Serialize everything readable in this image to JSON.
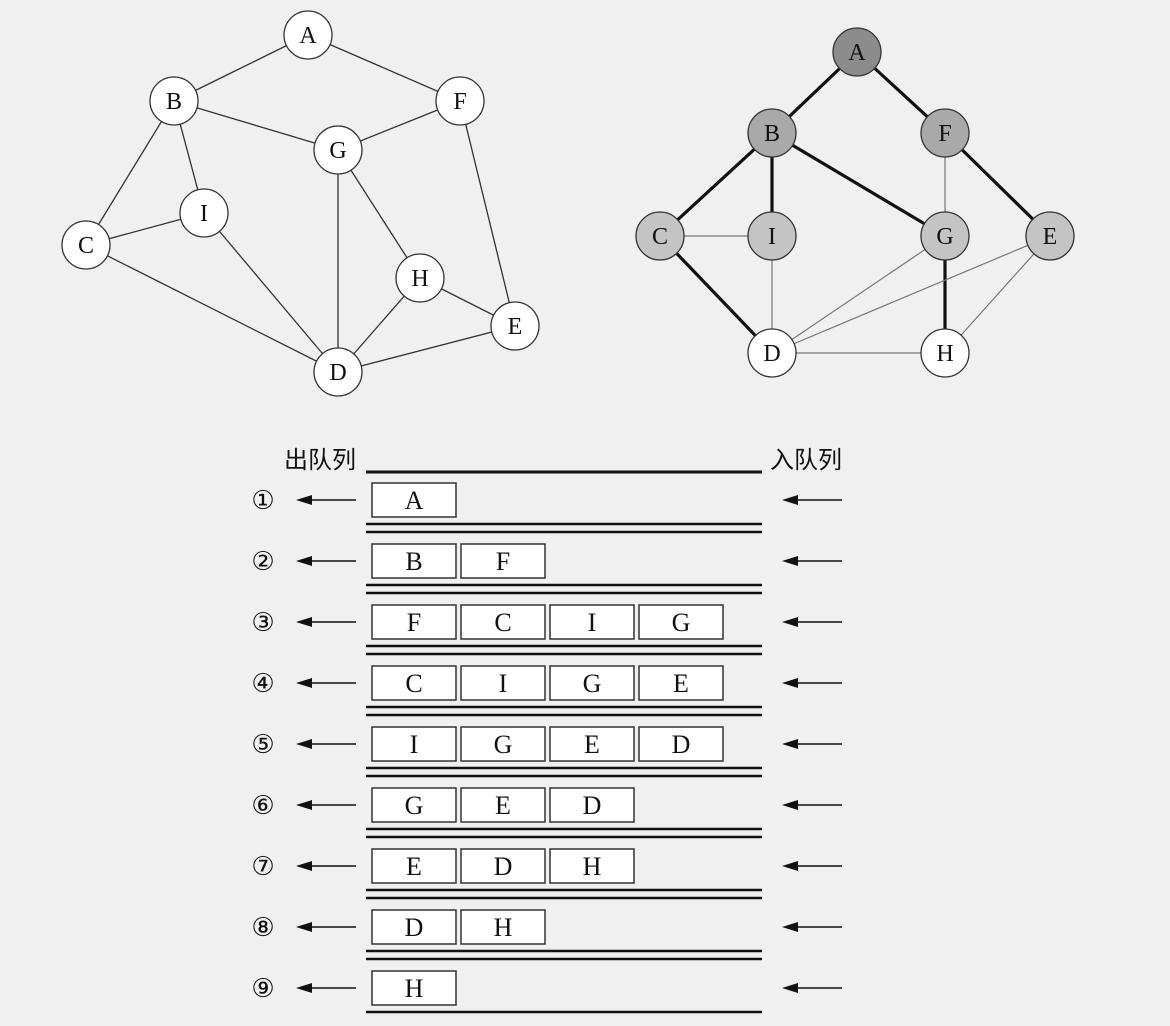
{
  "graph_left": {
    "nodes": [
      {
        "id": "A",
        "label": "A"
      },
      {
        "id": "B",
        "label": "B"
      },
      {
        "id": "F",
        "label": "F"
      },
      {
        "id": "G",
        "label": "G"
      },
      {
        "id": "I",
        "label": "I"
      },
      {
        "id": "C",
        "label": "C"
      },
      {
        "id": "H",
        "label": "H"
      },
      {
        "id": "E",
        "label": "E"
      },
      {
        "id": "D",
        "label": "D"
      }
    ],
    "edges": [
      [
        "A",
        "B"
      ],
      [
        "A",
        "F"
      ],
      [
        "B",
        "G"
      ],
      [
        "F",
        "G"
      ],
      [
        "B",
        "C"
      ],
      [
        "B",
        "I"
      ],
      [
        "C",
        "I"
      ],
      [
        "C",
        "D"
      ],
      [
        "I",
        "D"
      ],
      [
        "G",
        "D"
      ],
      [
        "G",
        "H"
      ],
      [
        "H",
        "D"
      ],
      [
        "H",
        "E"
      ],
      [
        "F",
        "E"
      ],
      [
        "D",
        "E"
      ]
    ]
  },
  "graph_right": {
    "nodes": [
      {
        "id": "A",
        "label": "A",
        "state": "root"
      },
      {
        "id": "B",
        "label": "B",
        "state": "level1"
      },
      {
        "id": "F",
        "label": "F",
        "state": "level1"
      },
      {
        "id": "C",
        "label": "C",
        "state": "level2"
      },
      {
        "id": "I",
        "label": "I",
        "state": "level2"
      },
      {
        "id": "G",
        "label": "G",
        "state": "level2"
      },
      {
        "id": "E",
        "label": "E",
        "state": "level2"
      },
      {
        "id": "D",
        "label": "D",
        "state": "level3"
      },
      {
        "id": "H",
        "label": "H",
        "state": "level3"
      }
    ],
    "edges": [
      {
        "from": "A",
        "to": "B",
        "tree": true
      },
      {
        "from": "A",
        "to": "F",
        "tree": true
      },
      {
        "from": "B",
        "to": "C",
        "tree": true
      },
      {
        "from": "B",
        "to": "I",
        "tree": true
      },
      {
        "from": "B",
        "to": "G",
        "tree": true
      },
      {
        "from": "F",
        "to": "E",
        "tree": true
      },
      {
        "from": "C",
        "to": "D",
        "tree": true
      },
      {
        "from": "G",
        "to": "H",
        "tree": true
      },
      {
        "from": "F",
        "to": "G",
        "tree": false
      },
      {
        "from": "C",
        "to": "I",
        "tree": false
      },
      {
        "from": "I",
        "to": "D",
        "tree": false
      },
      {
        "from": "G",
        "to": "D",
        "tree": false
      },
      {
        "from": "E",
        "to": "D",
        "tree": false
      },
      {
        "from": "E",
        "to": "H",
        "tree": false
      },
      {
        "from": "D",
        "to": "H",
        "tree": false
      }
    ],
    "fills": {
      "root": "#8c8c8c",
      "level1": "#a9a9a9",
      "level2": "#c4c4c4",
      "level3": "#ffffff"
    }
  },
  "queue": {
    "dequeue_label": "出队列",
    "enqueue_label": "入队列",
    "steps": [
      {
        "num": "①",
        "items": [
          "A"
        ]
      },
      {
        "num": "②",
        "items": [
          "B",
          "F"
        ]
      },
      {
        "num": "③",
        "items": [
          "F",
          "C",
          "I",
          "G"
        ]
      },
      {
        "num": "④",
        "items": [
          "C",
          "I",
          "G",
          "E"
        ]
      },
      {
        "num": "⑤",
        "items": [
          "I",
          "G",
          "E",
          "D"
        ]
      },
      {
        "num": "⑥",
        "items": [
          "G",
          "E",
          "D"
        ]
      },
      {
        "num": "⑦",
        "items": [
          "E",
          "D",
          "H"
        ]
      },
      {
        "num": "⑧",
        "items": [
          "D",
          "H"
        ]
      },
      {
        "num": "⑨",
        "items": [
          "H"
        ]
      }
    ]
  }
}
